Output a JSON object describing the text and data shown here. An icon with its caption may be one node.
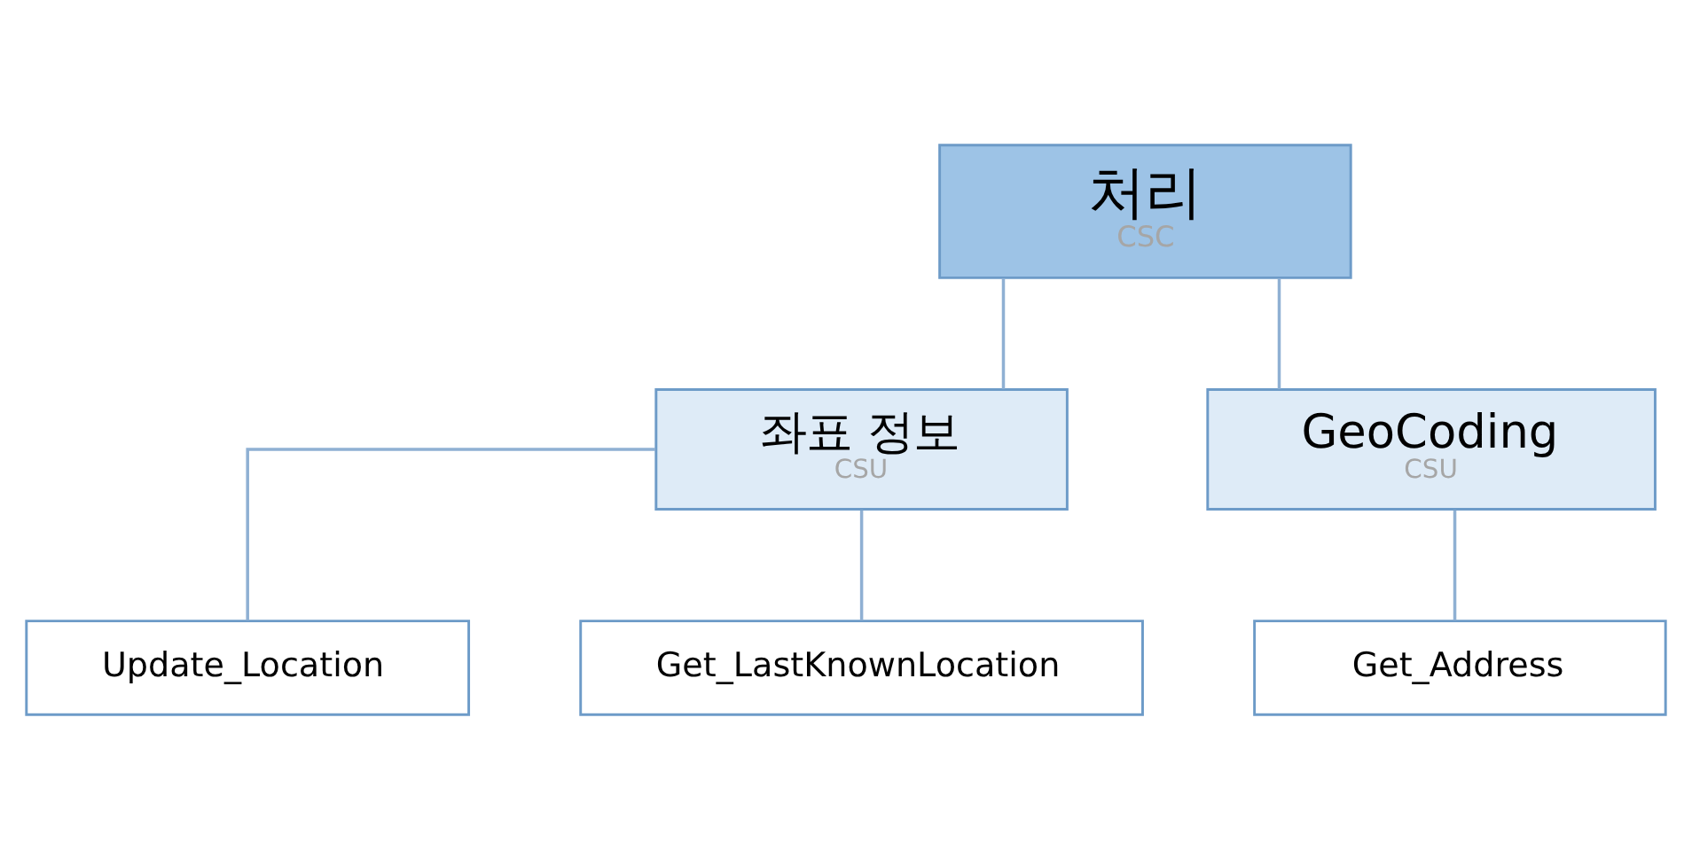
{
  "diagram": {
    "nodes": [
      {
        "text": [
          "처리",
          "CSC"
        ]
      },
      {
        "text": [
          "좌표 정보",
          "CSU"
        ]
      },
      {
        "text": [
          "GeoCoding",
          "CSU"
        ]
      },
      {
        "text": [
          "Update_Location"
        ]
      },
      {
        "text": [
          "Get_LastKnownLocation"
        ]
      },
      {
        "text": [
          "Get_Address"
        ]
      }
    ],
    "edges": [
      {
        "from": 0,
        "to": 1,
        "arrow": "none"
      },
      {
        "from": 0,
        "to": 2,
        "arrow": "none"
      },
      {
        "from": 1,
        "to": 3,
        "arrow": "none"
      },
      {
        "from": 1,
        "to": 4,
        "arrow": "none"
      },
      {
        "from": 2,
        "to": 5,
        "arrow": "none"
      }
    ]
  }
}
